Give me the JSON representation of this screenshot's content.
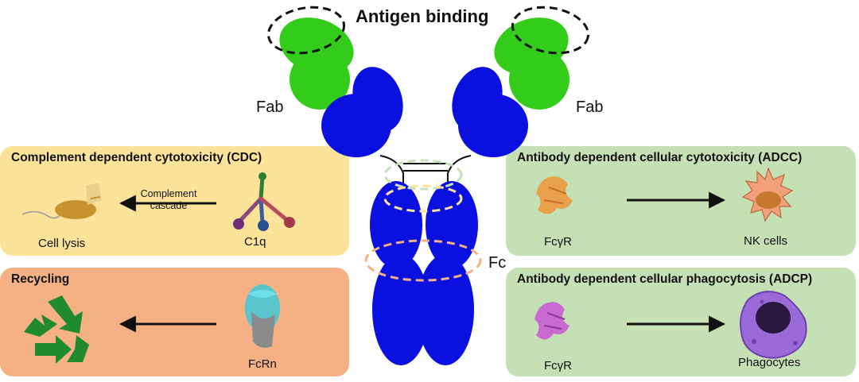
{
  "title": "Antigen binding",
  "fab_left": "Fab",
  "fab_right": "Fab",
  "fc": "Fc",
  "cdc": {
    "title": "Complement dependent cytotoxicity (CDC)",
    "arrow_note_line1": "Complement",
    "arrow_note_line2": "cascade",
    "left_label": "Cell lysis",
    "right_label": "C1q",
    "color": "#fde39a"
  },
  "recycling": {
    "title": "Recycling",
    "right_label": "FcRn",
    "color": "#f5b184"
  },
  "adcc": {
    "title": "Antibody dependent cellular cytotoxicity (ADCC)",
    "left_label": "FcγR",
    "right_label": "NK cells",
    "color": "#c5e0b4"
  },
  "adcp": {
    "title": "Antibody dependent cellular phagocytosis (ADCP)",
    "left_label": "FcγR",
    "right_label": "Phagocytes",
    "color": "#c5e0b4"
  },
  "colors": {
    "heavy_chain": "#0a10e0",
    "light_chain": "#33cc1a"
  }
}
